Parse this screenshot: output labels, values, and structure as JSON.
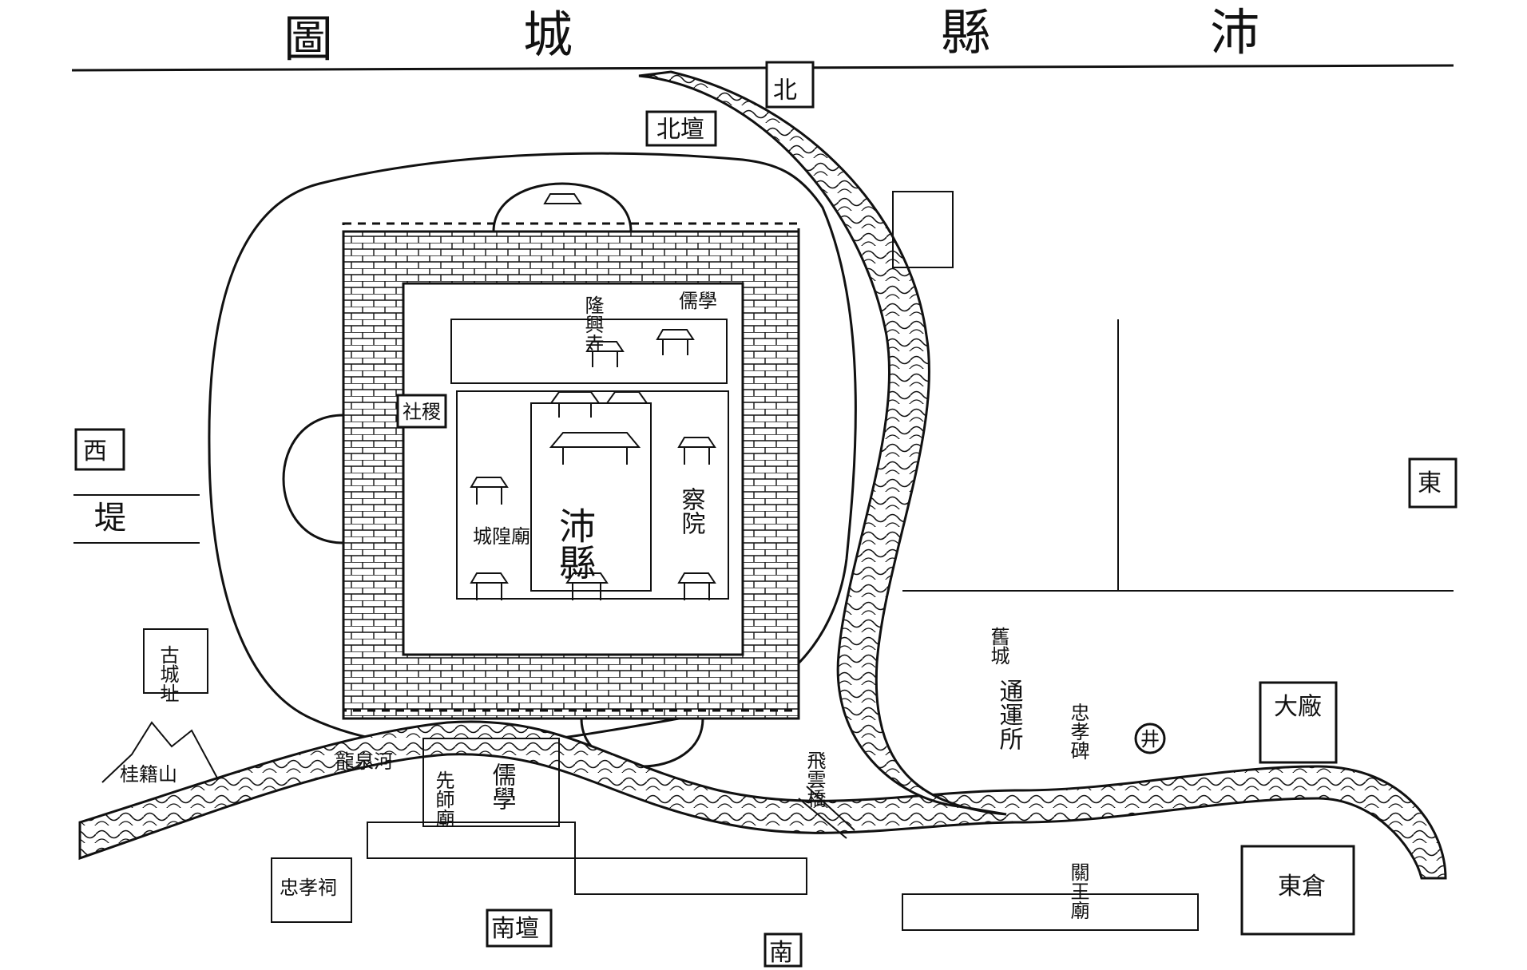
{
  "title": {
    "chars": [
      "圖",
      "城",
      "縣",
      "沛"
    ]
  },
  "directions": {
    "north": "北",
    "east": "東",
    "south": "南",
    "west": "西"
  },
  "labels": {
    "north_altar": "北壇",
    "south_altar": "南壇",
    "county_name": "沛縣",
    "prefect_hall": "察院",
    "old_school": "儒學",
    "shrine_temple": "隆興寺",
    "city_god": "城隍廟",
    "she_ji": "社稷",
    "old_city_site": "古城址",
    "old_city": "舊城",
    "transport_office": "通運所",
    "dragon_spring_river": "龍泉河",
    "stele": "忠孝碑",
    "guan_temple": "關王廟",
    "east_granary": "東倉",
    "large_factory": "大廠",
    "loyal_filial_shrine": "忠孝祠",
    "teacher_temple": "先師廟",
    "flying_bridge": "飛雲橋",
    "gui_ji_mountain": "桂籍山",
    "dyke": "堤",
    "well": "井"
  },
  "colors": {
    "ink": "#111111",
    "paper": "#ffffff"
  }
}
